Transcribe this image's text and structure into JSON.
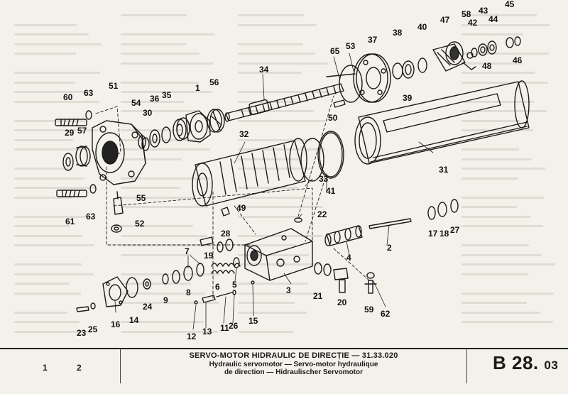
{
  "callouts": [
    {
      "id": "p1",
      "text": "1"
    },
    {
      "id": "p2",
      "text": "2"
    },
    {
      "id": "p3",
      "text": "3"
    },
    {
      "id": "p4",
      "text": "4"
    },
    {
      "id": "p5",
      "text": "5"
    },
    {
      "id": "p6",
      "text": "6"
    },
    {
      "id": "p7",
      "text": "7"
    },
    {
      "id": "p8",
      "text": "8"
    },
    {
      "id": "p9",
      "text": "9"
    },
    {
      "id": "p11",
      "text": "11"
    },
    {
      "id": "p12",
      "text": "12"
    },
    {
      "id": "p13",
      "text": "13"
    },
    {
      "id": "p14",
      "text": "14"
    },
    {
      "id": "p15",
      "text": "15"
    },
    {
      "id": "p16",
      "text": "16"
    },
    {
      "id": "p17",
      "text": "17"
    },
    {
      "id": "p18",
      "text": "18"
    },
    {
      "id": "p19",
      "text": "19"
    },
    {
      "id": "p20",
      "text": "20"
    },
    {
      "id": "p21",
      "text": "21"
    },
    {
      "id": "p22",
      "text": "22"
    },
    {
      "id": "p23",
      "text": "23"
    },
    {
      "id": "p24",
      "text": "24"
    },
    {
      "id": "p25",
      "text": "25"
    },
    {
      "id": "p26",
      "text": "26"
    },
    {
      "id": "p27",
      "text": "27"
    },
    {
      "id": "p28",
      "text": "28"
    },
    {
      "id": "p29",
      "text": "29"
    },
    {
      "id": "p30",
      "text": "30"
    },
    {
      "id": "p31",
      "text": "31"
    },
    {
      "id": "p32",
      "text": "32"
    },
    {
      "id": "p33",
      "text": "33"
    },
    {
      "id": "p34",
      "text": "34"
    },
    {
      "id": "p35",
      "text": "35"
    },
    {
      "id": "p36",
      "text": "36"
    },
    {
      "id": "p37",
      "text": "37"
    },
    {
      "id": "p38",
      "text": "38"
    },
    {
      "id": "p39",
      "text": "39"
    },
    {
      "id": "p40",
      "text": "40"
    },
    {
      "id": "p41",
      "text": "41"
    },
    {
      "id": "p42",
      "text": "42"
    },
    {
      "id": "p43",
      "text": "43"
    },
    {
      "id": "p44",
      "text": "44"
    },
    {
      "id": "p45",
      "text": "45"
    },
    {
      "id": "p46",
      "text": "46"
    },
    {
      "id": "p47",
      "text": "47"
    },
    {
      "id": "p48",
      "text": "48"
    },
    {
      "id": "p49",
      "text": "49"
    },
    {
      "id": "p50",
      "text": "50"
    },
    {
      "id": "p51",
      "text": "51"
    },
    {
      "id": "p52",
      "text": "52"
    },
    {
      "id": "p53",
      "text": "53"
    },
    {
      "id": "p54",
      "text": "54"
    },
    {
      "id": "p55",
      "text": "55"
    },
    {
      "id": "p56",
      "text": "56"
    },
    {
      "id": "p57",
      "text": "57"
    },
    {
      "id": "p58",
      "text": "58"
    },
    {
      "id": "p59",
      "text": "59"
    },
    {
      "id": "p60",
      "text": "60"
    },
    {
      "id": "p61",
      "text": "61"
    },
    {
      "id": "p62",
      "text": "62"
    },
    {
      "id": "p63a",
      "text": "63"
    },
    {
      "id": "p63b",
      "text": "63"
    },
    {
      "id": "p65",
      "text": "65"
    }
  ],
  "footer": {
    "col1": "1",
    "col2": "2",
    "title_ro": "SERVO-MOTOR HIDRAULIC DE DIRECȚIE — 31.33.020",
    "title_fr_line1": "Hydraulic servomotor — Servo-motor hydraulique",
    "title_fr_line2": "de direction — Hidraulischer Servomotor",
    "plate_main": "B 28.",
    "plate_sub": "03"
  }
}
